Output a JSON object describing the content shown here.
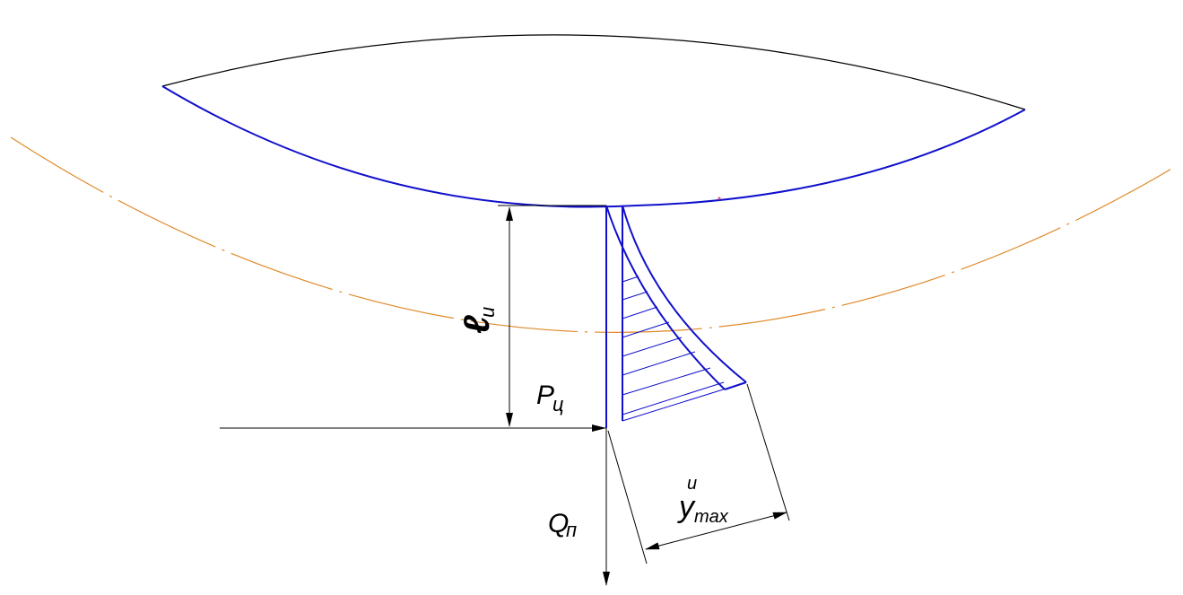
{
  "labels": {
    "length": "ℓ",
    "length_sub": "и",
    "force_p": "P",
    "force_p_sub": "ц",
    "force_q": "Q",
    "force_q_sub": "п",
    "deflection": "y",
    "deflection_sup": "и",
    "deflection_sub": "max"
  },
  "colors": {
    "contour": "#000000",
    "blade": "#1010cc",
    "centerline": "#e08a2a",
    "hatch": "#1010cc",
    "dimension": "#000000"
  }
}
